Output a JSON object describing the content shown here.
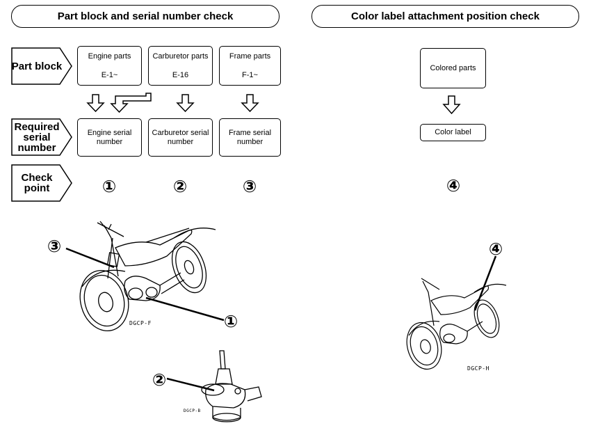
{
  "headers": {
    "left": "Part block and serial number check",
    "right": "Color label attachment position check"
  },
  "row_labels": {
    "part_block": "Part block",
    "required_serial": "Required serial number",
    "check_point": "Check point"
  },
  "part_blocks": [
    {
      "name": "Engine parts",
      "code": "E-1~"
    },
    {
      "name": "Carburetor parts",
      "code": "E-16"
    },
    {
      "name": "Frame parts",
      "code": "F-1~"
    }
  ],
  "serial_numbers": [
    {
      "name": "Engine serial number"
    },
    {
      "name": "Carburetor serial number"
    },
    {
      "name": "Frame serial number"
    }
  ],
  "check_points": [
    "①",
    "②",
    "③"
  ],
  "color_check": {
    "colored_parts": "Colored parts",
    "color_label": "Color label",
    "check_point": "④"
  },
  "callouts": {
    "frame": "③",
    "engine": "①",
    "carburetor": "②",
    "label": "④"
  },
  "figure_codes": {
    "bike_left": "DGCP-F",
    "carburetor": "DGCP-B",
    "bike_right": "DGCP-H"
  },
  "colors": {
    "line": "#000000",
    "background": "#ffffff"
  }
}
